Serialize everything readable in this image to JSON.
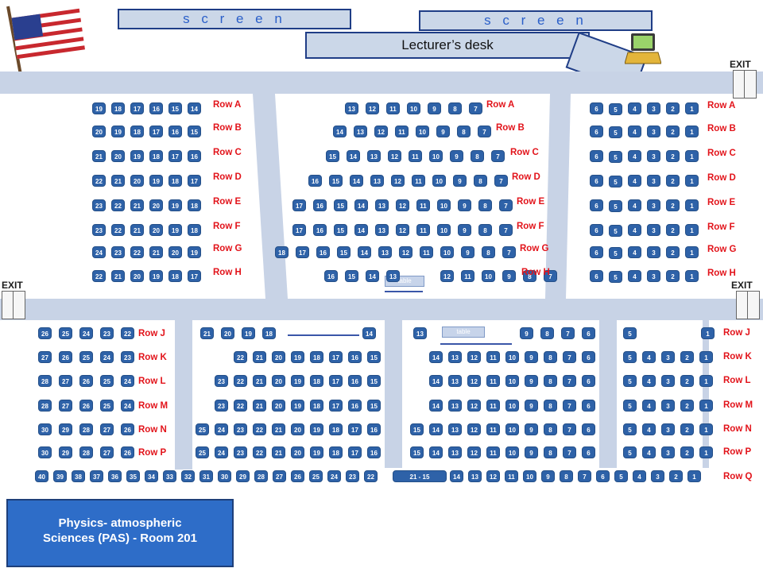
{
  "screens": [
    "s c r e e n",
    "s c r e e n"
  ],
  "desk_label": "Lecturer’s desk",
  "exit_label": "EXIT",
  "table_label": "table",
  "q_span_label": "21 - 15",
  "room": {
    "line1": "Physics- atmospheric",
    "line2": "Sciences (PAS) - Room 201"
  },
  "upper_left": {
    "rows": [
      {
        "label": "Row A",
        "seats": [
          "19",
          "18",
          "17",
          "16",
          "15",
          "14"
        ]
      },
      {
        "label": "Row B",
        "seats": [
          "20",
          "19",
          "18",
          "17",
          "16",
          "15"
        ]
      },
      {
        "label": "Row C",
        "seats": [
          "21",
          "20",
          "19",
          "18",
          "17",
          "16"
        ]
      },
      {
        "label": "Row D",
        "seats": [
          "22",
          "21",
          "20",
          "19",
          "18",
          "17"
        ]
      },
      {
        "label": "Row E",
        "seats": [
          "23",
          "22",
          "21",
          "20",
          "19",
          "18"
        ]
      },
      {
        "label": "Row F",
        "seats": [
          "23",
          "22",
          "21",
          "20",
          "19",
          "18"
        ]
      },
      {
        "label": "Row G",
        "seats": [
          "24",
          "23",
          "22",
          "21",
          "20",
          "19"
        ]
      },
      {
        "label": "Row H",
        "seats": [
          "22",
          "21",
          "20",
          "19",
          "18",
          "17"
        ]
      }
    ]
  },
  "upper_center": {
    "rows": [
      {
        "label": "Row A",
        "seats": [
          "13",
          "12",
          "11",
          "10",
          "9",
          "8",
          "7"
        ]
      },
      {
        "label": "Row B",
        "seats": [
          "14",
          "13",
          "12",
          "11",
          "10",
          "9",
          "8",
          "7"
        ]
      },
      {
        "label": "Row C",
        "seats": [
          "15",
          "14",
          "13",
          "12",
          "11",
          "10",
          "9",
          "8",
          "7"
        ]
      },
      {
        "label": "Row D",
        "seats": [
          "16",
          "15",
          "14",
          "13",
          "12",
          "11",
          "10",
          "9",
          "8",
          "7"
        ]
      },
      {
        "label": "Row E",
        "seats": [
          "17",
          "16",
          "15",
          "14",
          "13",
          "12",
          "11",
          "10",
          "9",
          "8",
          "7"
        ]
      },
      {
        "label": "Row F",
        "seats": [
          "17",
          "16",
          "15",
          "14",
          "13",
          "12",
          "11",
          "10",
          "9",
          "8",
          "7"
        ]
      },
      {
        "label": "Row G",
        "seats": [
          "18",
          "17",
          "16",
          "15",
          "14",
          "13",
          "12",
          "11",
          "10",
          "9",
          "8",
          "7"
        ]
      },
      {
        "label": "Row H",
        "seats": [
          "16",
          "15",
          "14",
          "13",
          "12",
          "11",
          "10",
          "9",
          "8",
          "7"
        ]
      }
    ]
  },
  "upper_right": {
    "rows": [
      {
        "label": "Row A",
        "seats": [
          "6",
          "5",
          "4",
          "3",
          "2",
          "1"
        ]
      },
      {
        "label": "Row B",
        "seats": [
          "6",
          "5",
          "4",
          "3",
          "2",
          "1"
        ]
      },
      {
        "label": "Row C",
        "seats": [
          "6",
          "5",
          "4",
          "3",
          "2",
          "1"
        ]
      },
      {
        "label": "Row D",
        "seats": [
          "6",
          "5",
          "4",
          "3",
          "2",
          "1"
        ]
      },
      {
        "label": "Row E",
        "seats": [
          "6",
          "5",
          "4",
          "3",
          "2",
          "1"
        ]
      },
      {
        "label": "Row F",
        "seats": [
          "6",
          "5",
          "4",
          "3",
          "2",
          "1"
        ]
      },
      {
        "label": "Row G",
        "seats": [
          "6",
          "5",
          "4",
          "3",
          "2",
          "1"
        ]
      },
      {
        "label": "Row H",
        "seats": [
          "6",
          "5",
          "4",
          "3",
          "2",
          "1"
        ]
      }
    ]
  },
  "lower_left": {
    "rows": [
      {
        "label": "Row J",
        "seats": [
          "26",
          "25",
          "24",
          "23",
          "22"
        ]
      },
      {
        "label": "Row K",
        "seats": [
          "27",
          "26",
          "25",
          "24",
          "23"
        ]
      },
      {
        "label": "Row L",
        "seats": [
          "28",
          "27",
          "26",
          "25",
          "24"
        ]
      },
      {
        "label": "Row M",
        "seats": [
          "28",
          "27",
          "26",
          "25",
          "24"
        ]
      },
      {
        "label": "Row N",
        "seats": [
          "30",
          "29",
          "28",
          "27",
          "26"
        ]
      },
      {
        "label": "Row P",
        "seats": [
          "30",
          "29",
          "28",
          "27",
          "26"
        ]
      }
    ]
  },
  "lower_cl": {
    "rows": [
      {
        "seats": [
          "21",
          "20",
          "19",
          "18",
          "14"
        ]
      },
      {
        "seats": [
          "22",
          "21",
          "20",
          "19",
          "18",
          "17",
          "16",
          "15"
        ]
      },
      {
        "seats": [
          "23",
          "22",
          "21",
          "20",
          "19",
          "18",
          "17",
          "16",
          "15"
        ]
      },
      {
        "seats": [
          "23",
          "22",
          "21",
          "20",
          "19",
          "18",
          "17",
          "16",
          "15"
        ]
      },
      {
        "seats": [
          "25",
          "24",
          "23",
          "22",
          "21",
          "20",
          "19",
          "18",
          "17",
          "16"
        ]
      },
      {
        "seats": [
          "25",
          "24",
          "23",
          "22",
          "21",
          "20",
          "19",
          "18",
          "17",
          "16"
        ]
      }
    ]
  },
  "lower_cr": {
    "rows": [
      {
        "seats": [
          "13",
          "9",
          "8",
          "7",
          "6"
        ]
      },
      {
        "seats": [
          "14",
          "13",
          "12",
          "11",
          "10",
          "9",
          "8",
          "7",
          "6"
        ]
      },
      {
        "seats": [
          "14",
          "13",
          "12",
          "11",
          "10",
          "9",
          "8",
          "7",
          "6"
        ]
      },
      {
        "seats": [
          "14",
          "13",
          "12",
          "11",
          "10",
          "9",
          "8",
          "7",
          "6"
        ]
      },
      {
        "seats": [
          "15",
          "14",
          "13",
          "12",
          "11",
          "10",
          "9",
          "8",
          "7",
          "6"
        ]
      },
      {
        "seats": [
          "15",
          "14",
          "13",
          "12",
          "11",
          "10",
          "9",
          "8",
          "7",
          "6"
        ]
      }
    ]
  },
  "lower_right": {
    "rows": [
      {
        "label": "Row J",
        "seats": [
          "5",
          "1"
        ]
      },
      {
        "label": "Row K",
        "seats": [
          "5",
          "4",
          "3",
          "2",
          "1"
        ]
      },
      {
        "label": "Row L",
        "seats": [
          "5",
          "4",
          "3",
          "2",
          "1"
        ]
      },
      {
        "label": "Row M",
        "seats": [
          "5",
          "4",
          "3",
          "2",
          "1"
        ]
      },
      {
        "label": "Row N",
        "seats": [
          "5",
          "4",
          "3",
          "2",
          "1"
        ]
      },
      {
        "label": "Row P",
        "seats": [
          "5",
          "4",
          "3",
          "2",
          "1"
        ]
      }
    ]
  },
  "row_q": {
    "label": "Row Q",
    "left": [
      "40",
      "39",
      "38",
      "37",
      "36",
      "35",
      "34",
      "33",
      "32",
      "31",
      "30",
      "29",
      "28",
      "27",
      "26",
      "25",
      "24",
      "23",
      "22"
    ],
    "right": [
      "14",
      "13",
      "12",
      "11",
      "10",
      "9",
      "8",
      "7",
      "6",
      "5",
      "4",
      "3",
      "2",
      "1"
    ]
  }
}
